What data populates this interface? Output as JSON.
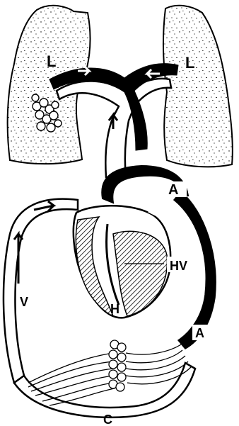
{
  "labels": {
    "lung_left": "L",
    "lung_right": "L",
    "artery_upper": "A",
    "artery_lower": "A",
    "heart_valves": "HV",
    "heart": "H",
    "vein": "V",
    "capillaries": "C"
  },
  "colors": {
    "ink": "#000000",
    "paper": "#ffffff",
    "lung_fill": "#f4f4f4"
  }
}
